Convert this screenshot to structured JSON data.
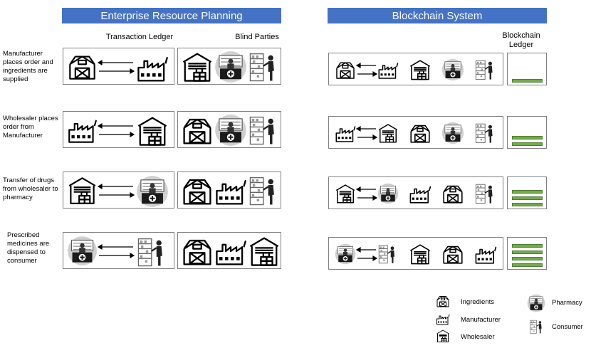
{
  "banners": {
    "erp": "Enterprise Resource Planning",
    "blockchain": "Blockchain System"
  },
  "column_headers": {
    "transaction_ledger": "Transaction Ledger",
    "blind_parties": "Blind Parties",
    "blockchain_ledger": "Blockchain Ledger"
  },
  "rows": [
    {
      "label": "Manufacturer places order and ingredients are supplied",
      "erp_ledger": [
        "ingredients-icon",
        "manufacturer-icon"
      ],
      "erp_blind": [
        "wholesaler-icon",
        "pharmacy-icon",
        "consumer-icon"
      ],
      "chain_parties": [
        "ingredients-icon",
        "manufacturer-icon",
        "wholesaler-icon",
        "pharmacy-icon",
        "consumer-icon"
      ],
      "blocks": 1
    },
    {
      "label": "Wholesaler places order from Manufacturer",
      "erp_ledger": [
        "manufacturer-icon",
        "wholesaler-icon"
      ],
      "erp_blind": [
        "ingredients-icon",
        "pharmacy-icon",
        "consumer-icon"
      ],
      "chain_parties": [
        "manufacturer-icon",
        "wholesaler-icon",
        "ingredients-icon",
        "pharmacy-icon",
        "consumer-icon"
      ],
      "blocks": 2
    },
    {
      "label": "Transfer of drugs from wholesaler to pharmacy",
      "erp_ledger": [
        "wholesaler-icon",
        "pharmacy-icon"
      ],
      "erp_blind": [
        "ingredients-icon",
        "manufacturer-icon",
        "consumer-icon"
      ],
      "chain_parties": [
        "wholesaler-icon",
        "pharmacy-icon",
        "manufacturer-icon",
        "ingredients-icon",
        "consumer-icon"
      ],
      "blocks": 3
    },
    {
      "label": "Prescribed medicines are dispensed to consumer",
      "erp_ledger": [
        "pharmacy-icon",
        "consumer-icon"
      ],
      "erp_blind": [
        "ingredients-icon",
        "manufacturer-icon",
        "wholesaler-icon"
      ],
      "chain_parties": [
        "pharmacy-icon",
        "consumer-icon",
        "wholesaler-icon",
        "ingredients-icon",
        "manufacturer-icon"
      ],
      "blocks": 4
    }
  ],
  "legend": [
    {
      "icon": "ingredients-icon",
      "label": "Ingredients"
    },
    {
      "icon": "manufacturer-icon",
      "label": "Manufacturer"
    },
    {
      "icon": "wholesaler-icon",
      "label": "Wholesaler"
    },
    {
      "icon": "pharmacy-icon",
      "label": "Pharmacy"
    },
    {
      "icon": "consumer-icon",
      "label": "Consumer"
    }
  ],
  "colors": {
    "banner": "#4472c4",
    "block_fill": "#70ad47",
    "block_border": "#507e32",
    "panel_border": "#7f7f7f"
  }
}
